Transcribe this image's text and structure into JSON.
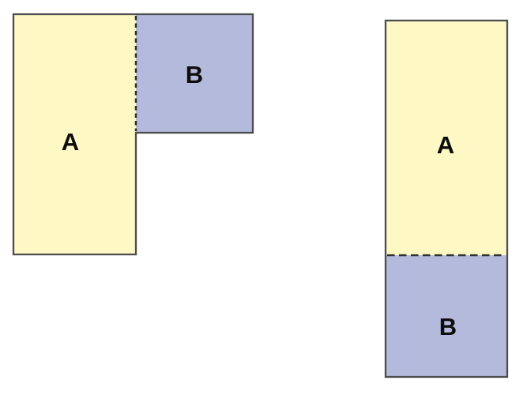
{
  "colors": {
    "region_a_fill": "#fdf8c4",
    "region_b_fill": "#b3badb",
    "outline": "#4d4d4d",
    "dash": "#2f2f2f",
    "label": "#0d0d0d"
  },
  "figures": {
    "left": {
      "label_a": "A",
      "label_b": "B"
    },
    "right": {
      "label_a": "A",
      "label_b": "B"
    }
  }
}
